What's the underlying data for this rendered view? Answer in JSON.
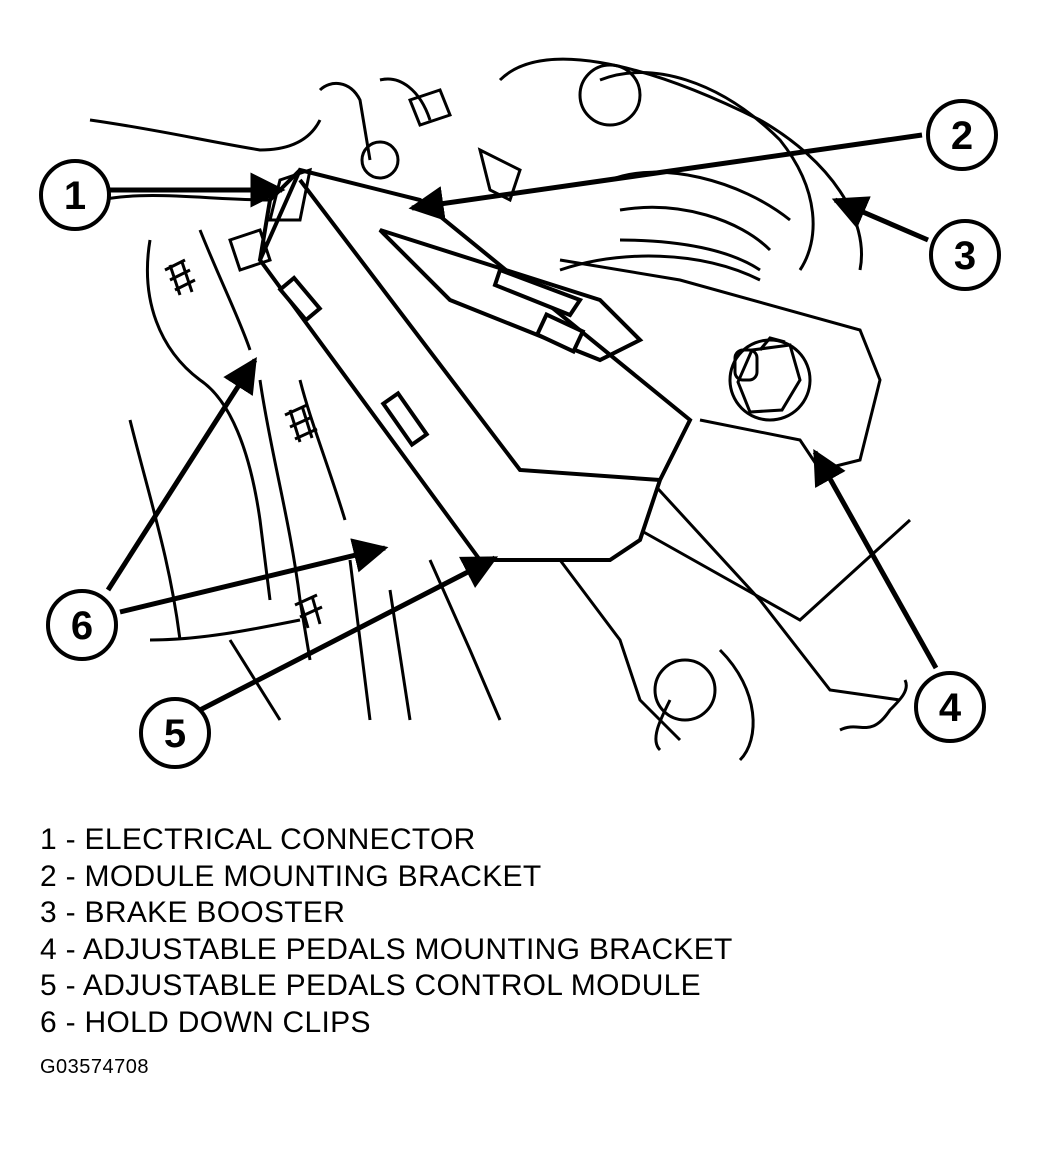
{
  "callouts": [
    {
      "num": "1",
      "label": "ELECTRICAL CONNECTOR"
    },
    {
      "num": "2",
      "label": "MODULE MOUNTING BRACKET"
    },
    {
      "num": "3",
      "label": "BRAKE BOOSTER"
    },
    {
      "num": "4",
      "label": "ADJUSTABLE PEDALS MOUNTING BRACKET"
    },
    {
      "num": "5",
      "label": "ADJUSTABLE PEDALS CONTROL MODULE"
    },
    {
      "num": "6",
      "label": "HOLD DOWN CLIPS"
    }
  ],
  "legend": [
    "1 - ELECTRICAL CONNECTOR",
    "2 - MODULE MOUNTING BRACKET",
    "3 - BRAKE BOOSTER",
    "4 - ADJUSTABLE PEDALS MOUNTING BRACKET",
    "5 - ADJUSTABLE PEDALS CONTROL MODULE",
    "6 - HOLD DOWN CLIPS"
  ],
  "figure_code": "G03574708",
  "colors": {
    "ink": "#000000",
    "paper": "#ffffff"
  }
}
